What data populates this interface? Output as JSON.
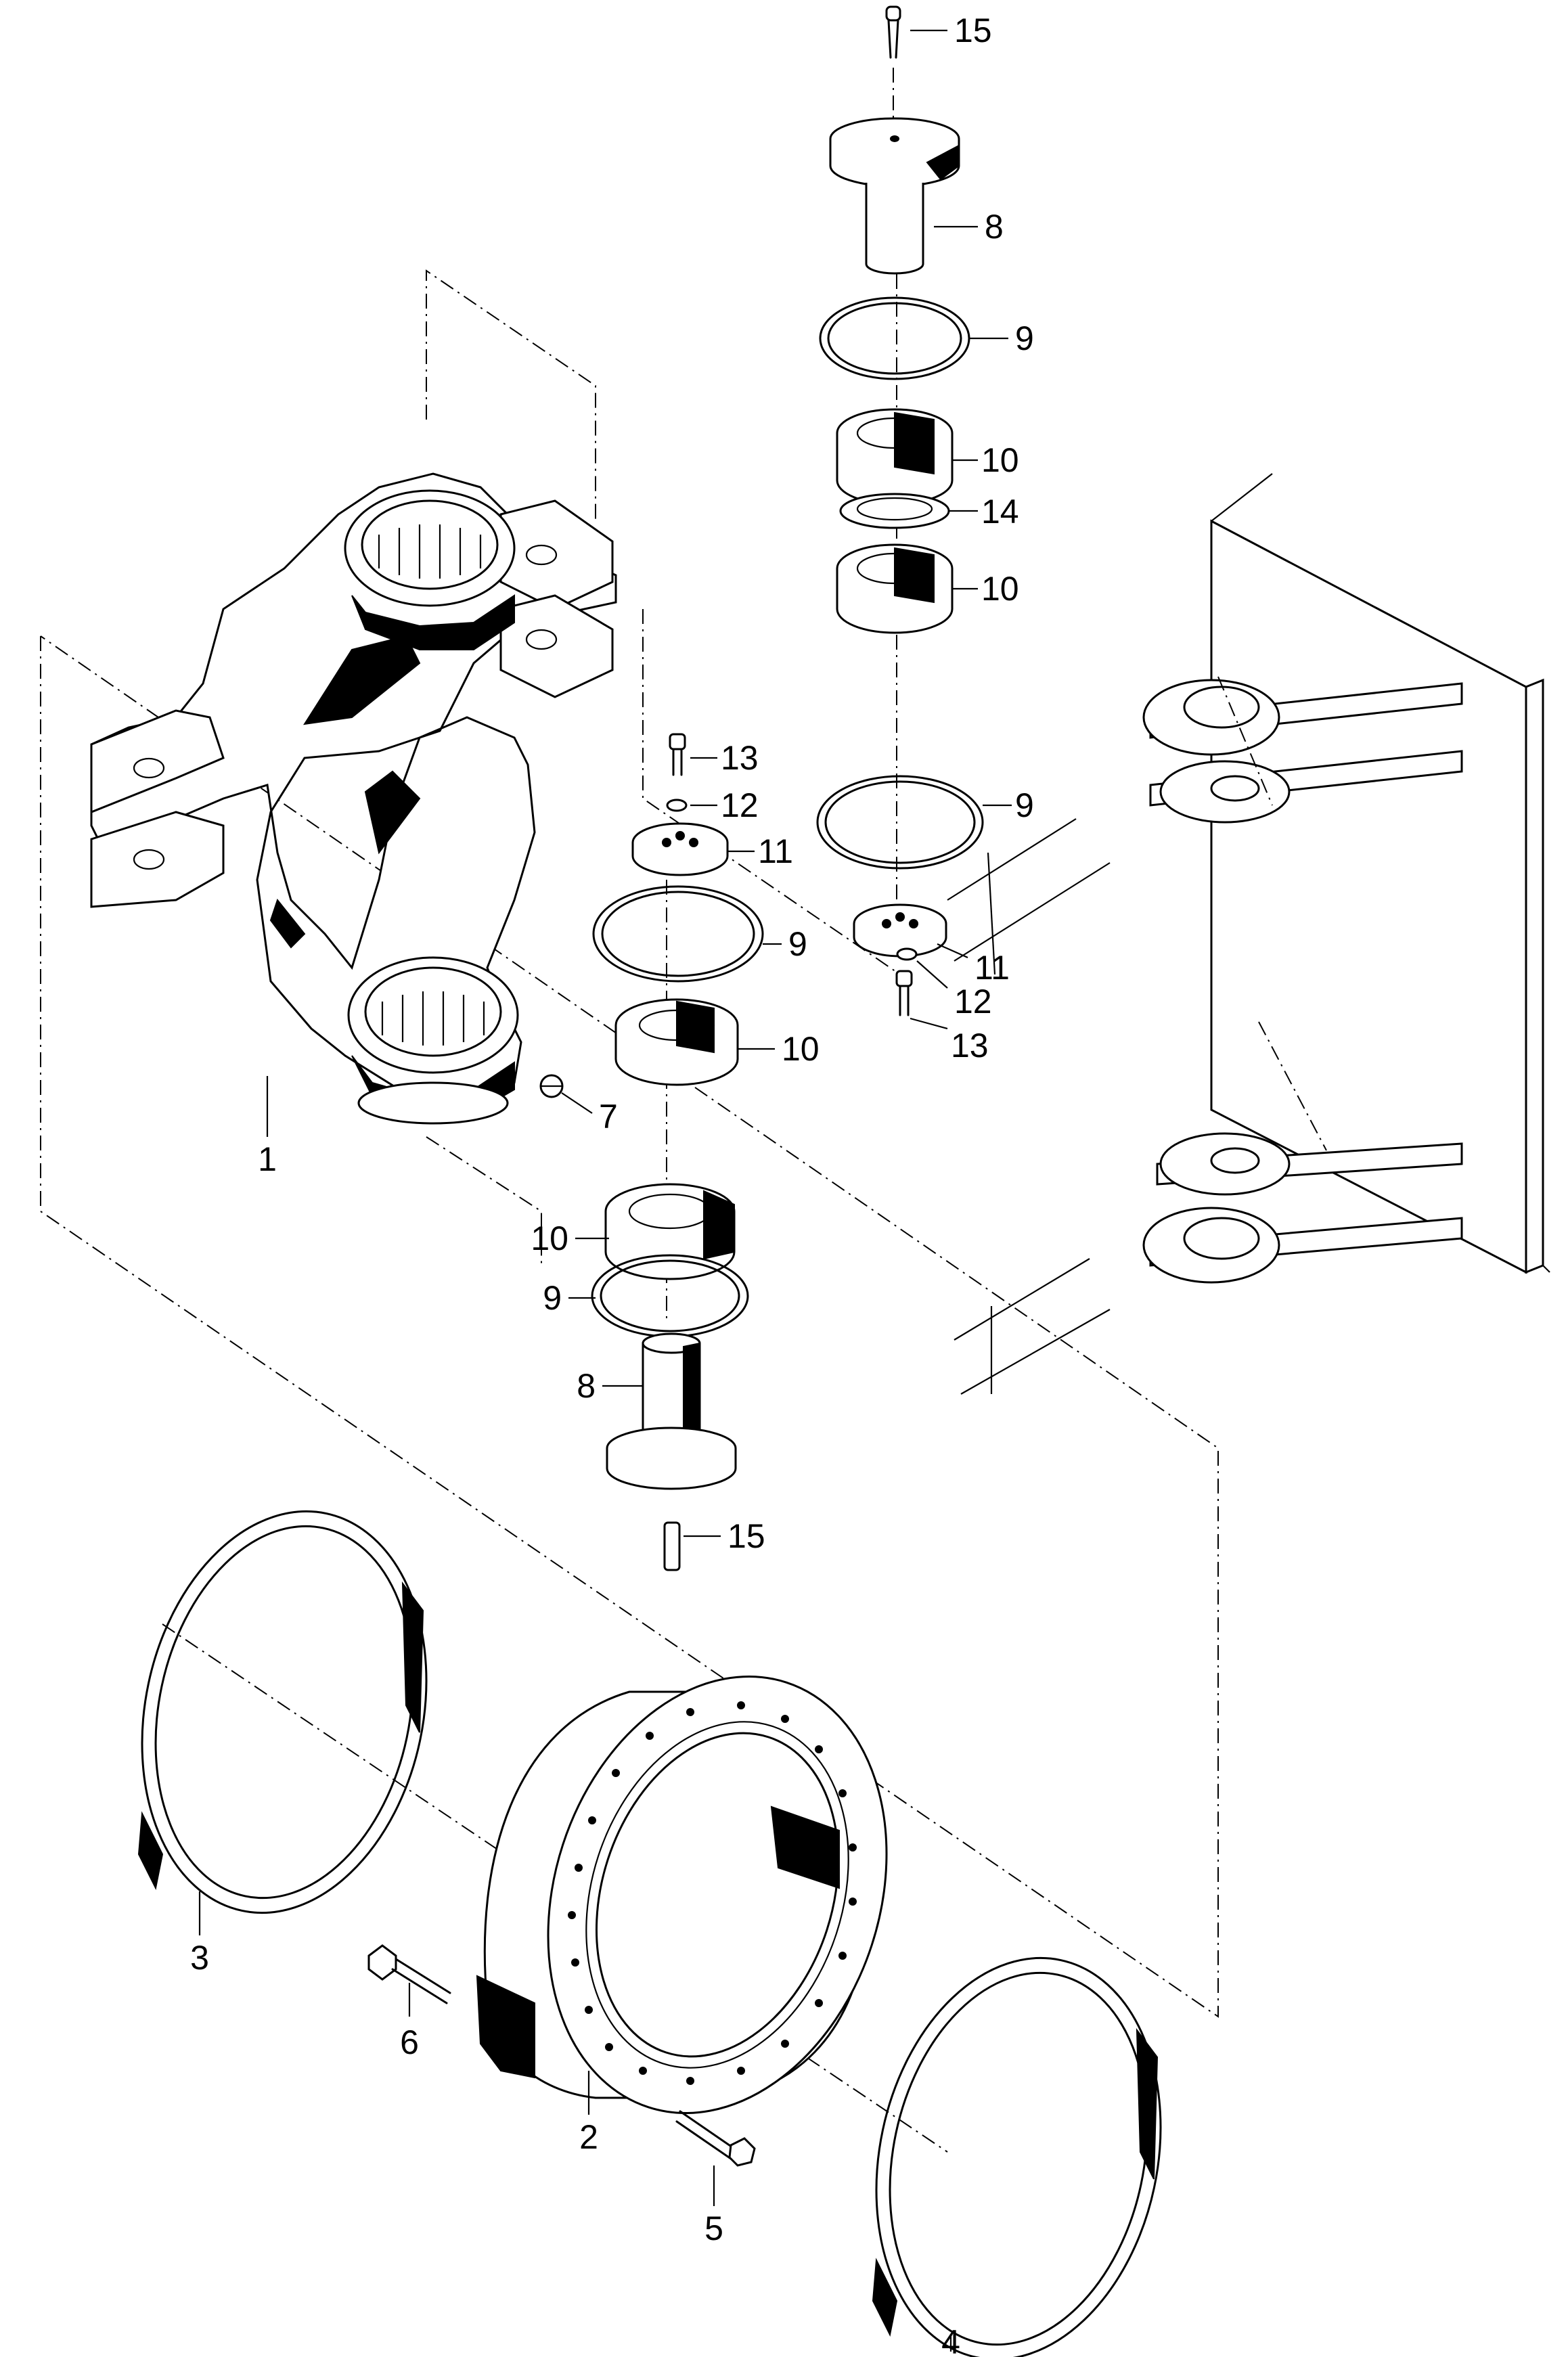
{
  "callouts": {
    "c1": "1",
    "c2": "2",
    "c3": "3",
    "c4": "4",
    "c5": "5",
    "c6": "6",
    "c7": "7",
    "c8_top": "8",
    "c8_bottom": "8",
    "c9_top": "9",
    "c9_mid_left": "9",
    "c9_mid_right": "9",
    "c9_bottom": "9",
    "c10_top_upper": "10",
    "c10_top_lower": "10",
    "c10_mid": "10",
    "c10_bottom": "10",
    "c11_left": "11",
    "c11_right": "11",
    "c12_left": "12",
    "c12_right": "12",
    "c13_left": "13",
    "c13_right": "13",
    "c14": "14",
    "c15_top": "15",
    "c15_bottom": "15"
  }
}
